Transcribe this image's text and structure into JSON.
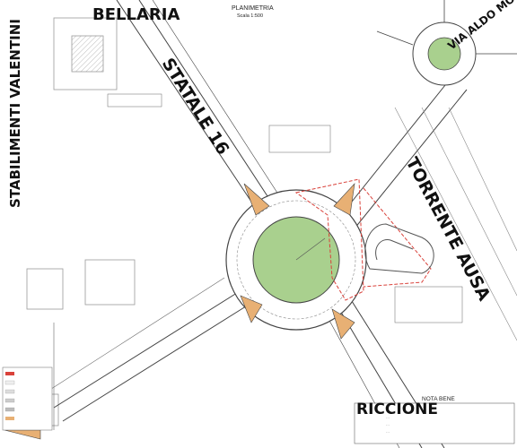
{
  "title": {
    "plan_label": "PLANIMETRIA",
    "scale": "Scala 1:500"
  },
  "place_labels": {
    "bellaria": "BELLARIA",
    "statale": "STATALE 16",
    "stabilimenti": "STABILIMENTI VALENTINI",
    "via_aldo_moro": "VIA ALDO MORO",
    "torrente": "TORRENTE AUSA",
    "riccione": "RICCIONE"
  },
  "note": {
    "heading": "NOTA BENE",
    "lines": [
      "…",
      "…",
      "…",
      "…"
    ]
  },
  "colors": {
    "grass": "#a9d08e",
    "island": "#e8b074",
    "red_dashed": "#d9413a",
    "lines": "#444444"
  }
}
